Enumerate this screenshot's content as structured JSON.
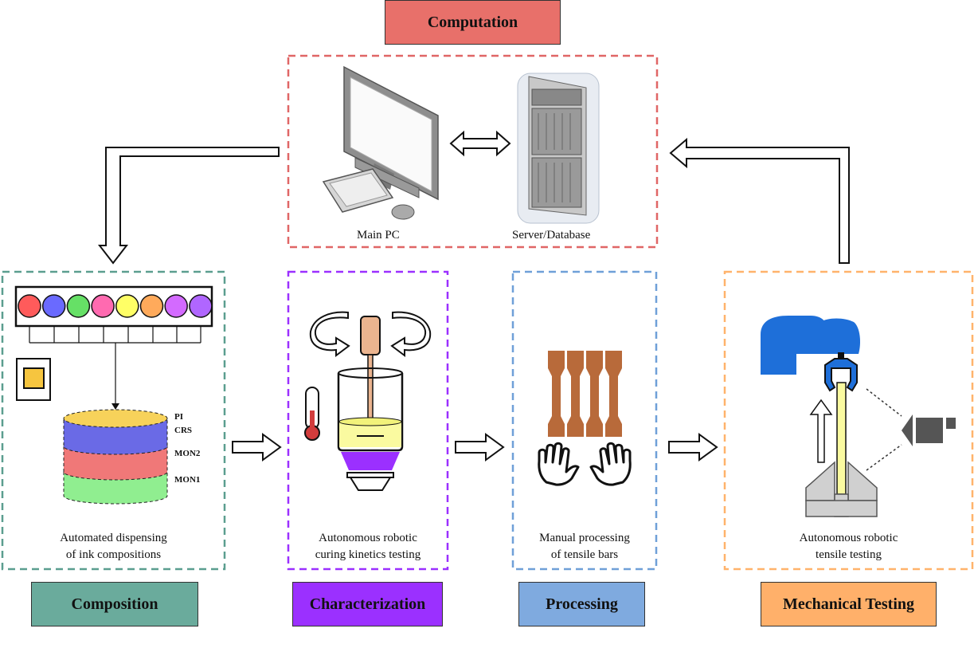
{
  "stages": {
    "computation": {
      "title": "Computation",
      "color": "#e8706a",
      "border": "#e06666",
      "main_pc": "Main PC",
      "server": "Server/Database"
    },
    "composition": {
      "title": "Composition",
      "color": "#6aab9c",
      "border": "#5b9e8f",
      "caption_line1": "Automated dispensing",
      "caption_line2": "of ink compositions",
      "layers": [
        "PI",
        "CRS",
        "MON2",
        "MON1"
      ]
    },
    "characterization": {
      "title": "Characterization",
      "color": "#9b30ff",
      "border": "#9b30ff",
      "caption_line1": "Autonomous robotic",
      "caption_line2": "curing kinetics testing"
    },
    "processing": {
      "title": "Processing",
      "color": "#7faadf",
      "border": "#6fa0d8",
      "caption_line1": "Manual processing",
      "caption_line2": "of tensile bars"
    },
    "mechanical": {
      "title": "Mechanical Testing",
      "color": "#ffb06a",
      "border": "#ffb36b",
      "caption_line1": "Autonomous robotic",
      "caption_line2": "tensile testing"
    }
  },
  "ink_colors": [
    "#ff5b5b",
    "#6a6aff",
    "#66e066",
    "#ff6ab0",
    "#ffff66",
    "#ffaa5b",
    "#d36aff",
    "#b066ff"
  ]
}
